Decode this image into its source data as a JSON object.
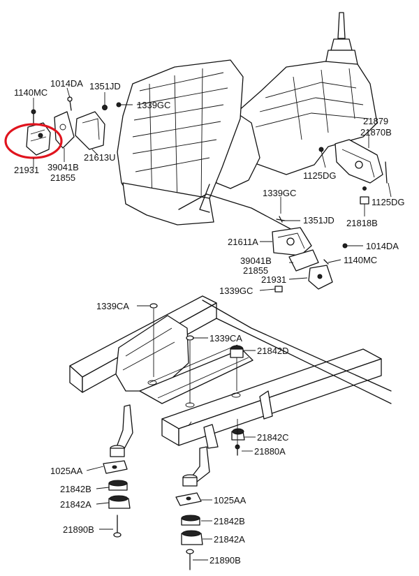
{
  "labels": {
    "l1140mc_a": "1140MC",
    "l1014da_a": "1014DA",
    "l1351jd_a": "1351JD",
    "l1339gc_a": "1339GC",
    "l21931_a": "21931",
    "l39041b_a": "39041B",
    "l21855_a": "21855",
    "l21613u": "21613U",
    "l21879": "21879",
    "l21870b": "21870B",
    "l1125dg_a": "1125DG",
    "l1125dg_b": "1125DG",
    "l21818b": "21818B",
    "l1339gc_b": "1339GC",
    "l1351jd_b": "1351JD",
    "l21611a": "21611A",
    "l1014da_b": "1014DA",
    "l39041b_b": "39041B",
    "l21855_b": "21855",
    "l1140mc_b": "1140MC",
    "l21931_b": "21931",
    "l1339gc_c": "1339GC",
    "l1339ca_a": "1339CA",
    "l1339ca_b": "1339CA",
    "l21842d": "21842D",
    "l21842c": "21842C",
    "l21880a": "21880A",
    "l1025aa_a": "1025AA",
    "l21842b_a": "21842B",
    "l21842a_a": "21842A",
    "l21890b_a": "21890B",
    "l1025aa_b": "1025AA",
    "l21842b_b": "21842B",
    "l21842a_b": "21842A",
    "l21890b_b": "21890B"
  },
  "colors": {
    "line": "#111111",
    "highlight": "#e0141e",
    "background": "#ffffff"
  }
}
